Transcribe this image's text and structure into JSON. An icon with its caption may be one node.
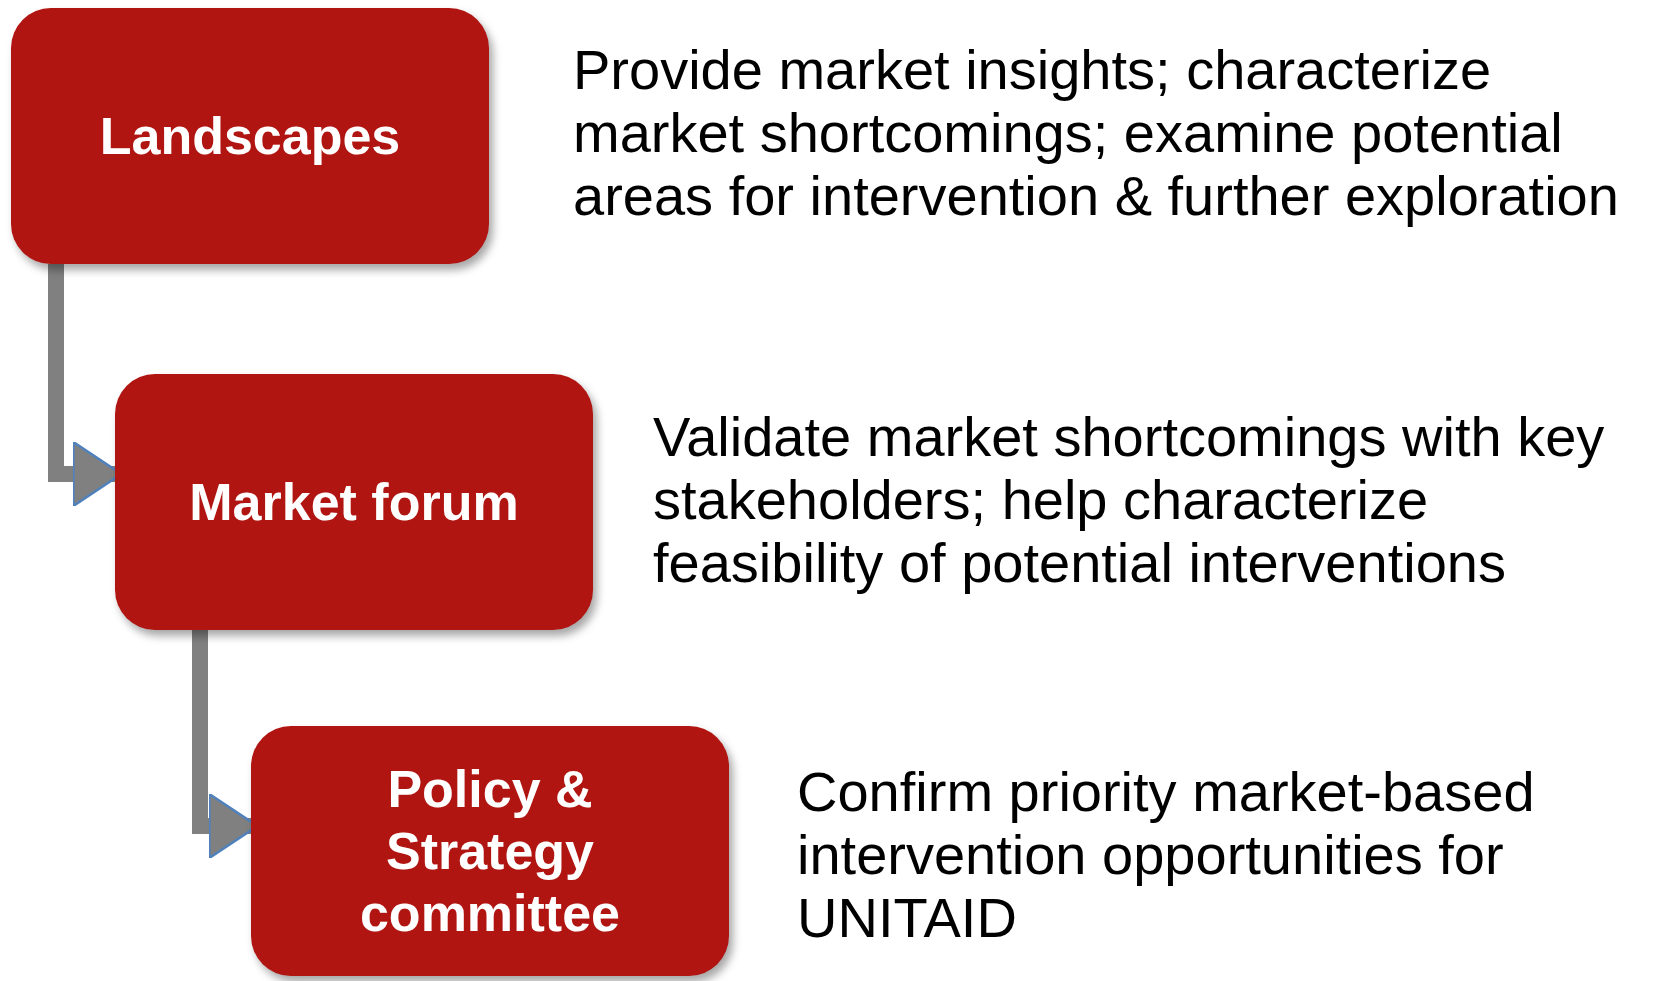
{
  "diagram": {
    "nodes": [
      {
        "text": [
          "Landscapes"
        ],
        "beside": [
          "Provide market insights; characterize market shortcomings; examine potential areas for intervention & further exploration"
        ]
      },
      {
        "text": [
          "Market forum"
        ],
        "beside": [
          "Validate market shortcomings with key stakeholders; help characterize feasibility of potential interventions"
        ]
      },
      {
        "text": [
          "Policy & Strategy committee"
        ],
        "beside": [
          "Confirm priority market-based intervention opportunities for UNITAID"
        ]
      }
    ],
    "edges": [
      {
        "from": 0,
        "to": 1,
        "arrow": "to"
      },
      {
        "from": 1,
        "to": 2,
        "arrow": "to"
      }
    ]
  }
}
